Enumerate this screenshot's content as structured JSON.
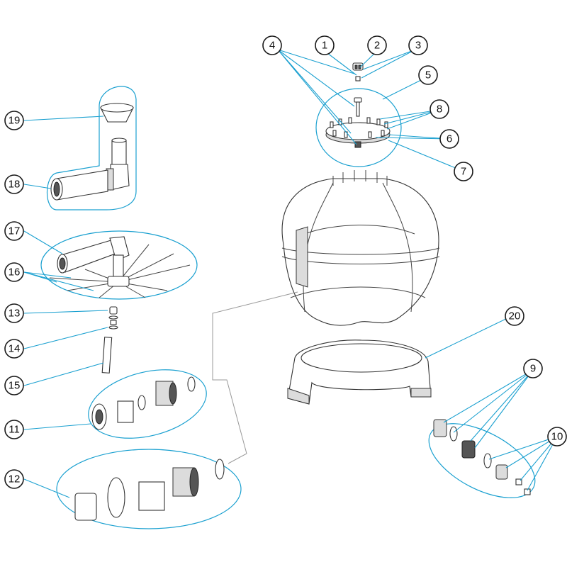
{
  "callouts": [
    {
      "id": "1",
      "label": "1"
    },
    {
      "id": "2",
      "label": "2"
    },
    {
      "id": "3",
      "label": "3"
    },
    {
      "id": "4",
      "label": "4"
    },
    {
      "id": "5",
      "label": "5"
    },
    {
      "id": "6",
      "label": "6"
    },
    {
      "id": "7",
      "label": "7"
    },
    {
      "id": "8",
      "label": "8"
    },
    {
      "id": "9",
      "label": "9"
    },
    {
      "id": "10",
      "label": "10"
    },
    {
      "id": "11",
      "label": "11"
    },
    {
      "id": "12",
      "label": "12"
    },
    {
      "id": "13",
      "label": "13"
    },
    {
      "id": "14",
      "label": "14"
    },
    {
      "id": "15",
      "label": "15"
    },
    {
      "id": "16",
      "label": "16"
    },
    {
      "id": "17",
      "label": "17"
    },
    {
      "id": "18",
      "label": "18"
    },
    {
      "id": "19",
      "label": "19"
    },
    {
      "id": "20",
      "label": "20"
    }
  ],
  "colors": {
    "leader": "#1aa0d0",
    "outline": "#333333",
    "part_fill": "#ffffff",
    "shade": "#dcdcdc"
  }
}
